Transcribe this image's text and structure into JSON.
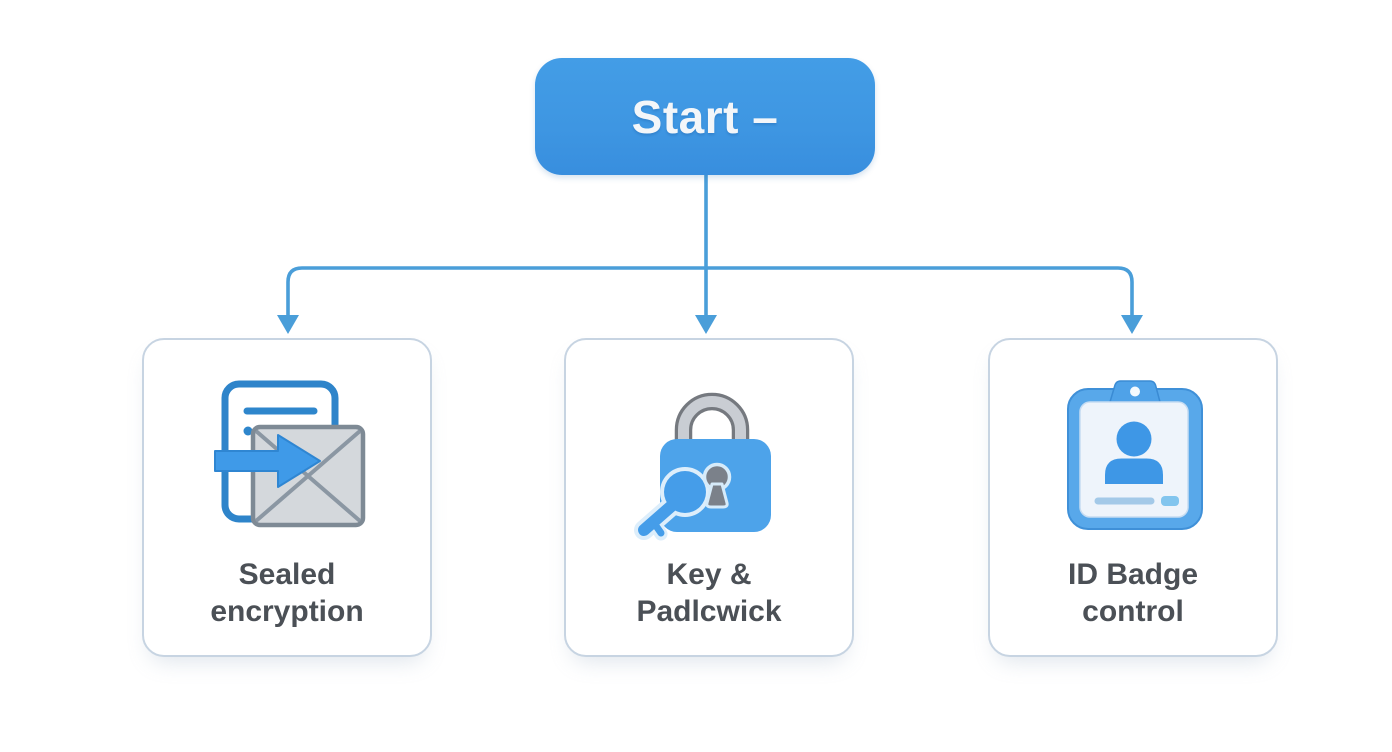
{
  "colors": {
    "accent_blue": "#3e96e2",
    "connector_blue": "#4a9ed9",
    "card_border": "#c7d4e2",
    "label_text": "#4b5056",
    "start_text": "#f3f6f9",
    "icon_blue": "#3f9ae8",
    "icon_gray_fill": "#d4d8dc",
    "icon_gray_border": "#7e8a95",
    "lock_body_blue": "#4da3ea",
    "badge_blue": "#58a8ea"
  },
  "diagram": {
    "start_label": "Start –",
    "nodes": [
      {
        "label_line1": "Sealed",
        "label_line2": "encryption",
        "icon": "document-envelope-arrow-icon"
      },
      {
        "label_line1": "Key &",
        "label_line2": "Padlcwick",
        "icon": "key-padlock-icon"
      },
      {
        "label_line1": "ID Badge",
        "label_line2": "control",
        "icon": "id-badge-icon"
      }
    ]
  }
}
